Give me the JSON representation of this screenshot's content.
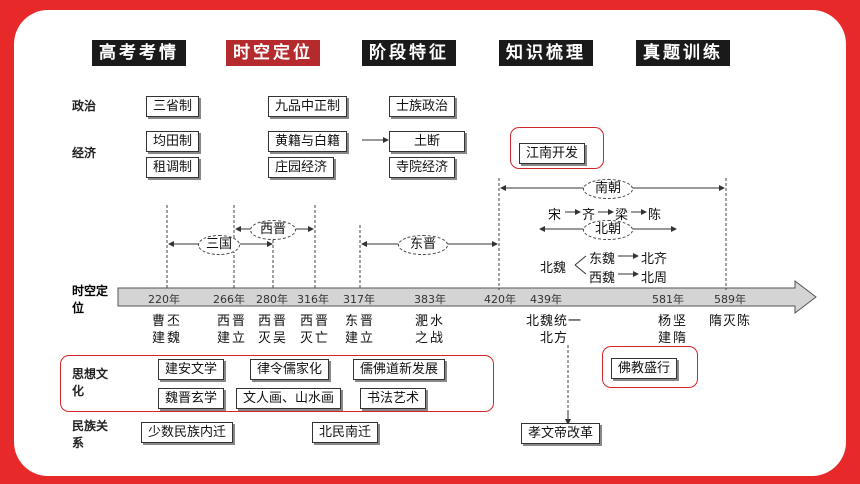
{
  "tabs": [
    {
      "label": "高考考情",
      "active": false
    },
    {
      "label": "时空定位",
      "active": true
    },
    {
      "label": "阶段特征",
      "active": false
    },
    {
      "label": "知识梳理",
      "active": false
    },
    {
      "label": "真题训练",
      "active": false
    }
  ],
  "rows": {
    "politics": "政治",
    "economy": "经济",
    "timeline": "时空定位",
    "culture": "思想文化",
    "ethnic": "民族关系"
  },
  "politics_items": [
    "三省制",
    "九品中正制",
    "士族政治"
  ],
  "economy_items": [
    "均田制",
    "租调制",
    "黄籍与白籍",
    "庄园经济",
    "土断",
    "寺院经济",
    "江南开发"
  ],
  "culture_items": [
    "建安文学",
    "律令儒家化",
    "儒佛道新发展",
    "魏晋玄学",
    "文人画、山水画",
    "书法艺术",
    "佛教盛行"
  ],
  "ethnic_items": [
    "少数民族内迁",
    "北民南迁",
    "孝文帝改革"
  ],
  "periods": {
    "sanguo": "三国",
    "xijin": "西晋",
    "dongjin": "东晋",
    "nanchao": "南朝",
    "beichao": "北朝",
    "south_dynasties": [
      "宋",
      "齐",
      "梁",
      "陈"
    ],
    "beiwei": "北魏",
    "dongwei": "东魏",
    "beiqi": "北齐",
    "xiwei": "西魏",
    "beizhou": "北周"
  },
  "ticks": [
    "220年",
    "266年",
    "280年",
    "316年",
    "317年",
    "383年",
    "420年",
    "439年",
    "581年",
    "589年"
  ],
  "events": [
    {
      "l1": "曹丕",
      "l2": "建魏"
    },
    {
      "l1": "西晋",
      "l2": "建立"
    },
    {
      "l1": "西晋",
      "l2": "灭吴"
    },
    {
      "l1": "西晋",
      "l2": "灭亡"
    },
    {
      "l1": "东晋",
      "l2": "建立"
    },
    {
      "l1": "淝水",
      "l2": "之战"
    },
    {
      "l1": "北魏统一",
      "l2": "北方"
    },
    {
      "l1": "杨坚",
      "l2": "建隋"
    },
    {
      "l1": "隋灭陈",
      "l2": ""
    }
  ]
}
